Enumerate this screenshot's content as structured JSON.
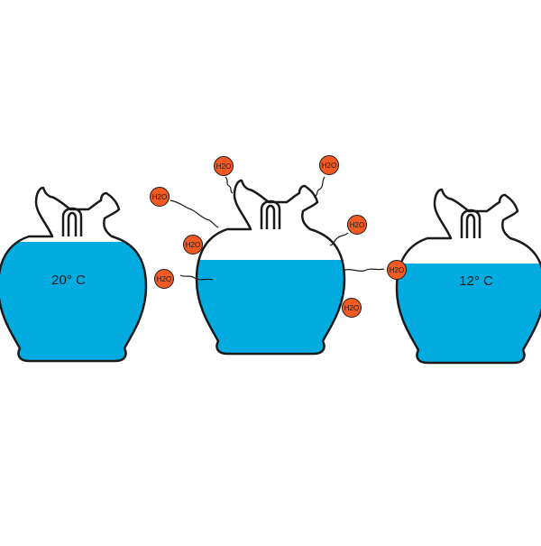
{
  "colors": {
    "water": "#02ace1",
    "outline": "#1a1a1a",
    "molecule": "#f15a22",
    "background": "#ffffff"
  },
  "jars": [
    {
      "id": "before",
      "temperature_label": "20° C"
    },
    {
      "id": "evaporating",
      "temperature_label": ""
    },
    {
      "id": "after",
      "temperature_label": "12° C"
    }
  ],
  "molecule_label": "H2O",
  "molecules": [
    {
      "id": "m1",
      "label": "H2O"
    },
    {
      "id": "m2",
      "label": "H2O"
    },
    {
      "id": "m3",
      "label": "H2O"
    },
    {
      "id": "m4",
      "label": "H2O"
    },
    {
      "id": "m5",
      "label": "H2O"
    },
    {
      "id": "m6",
      "label": "H2O"
    },
    {
      "id": "m7",
      "label": "H2O"
    },
    {
      "id": "m8",
      "label": "H2O"
    }
  ]
}
